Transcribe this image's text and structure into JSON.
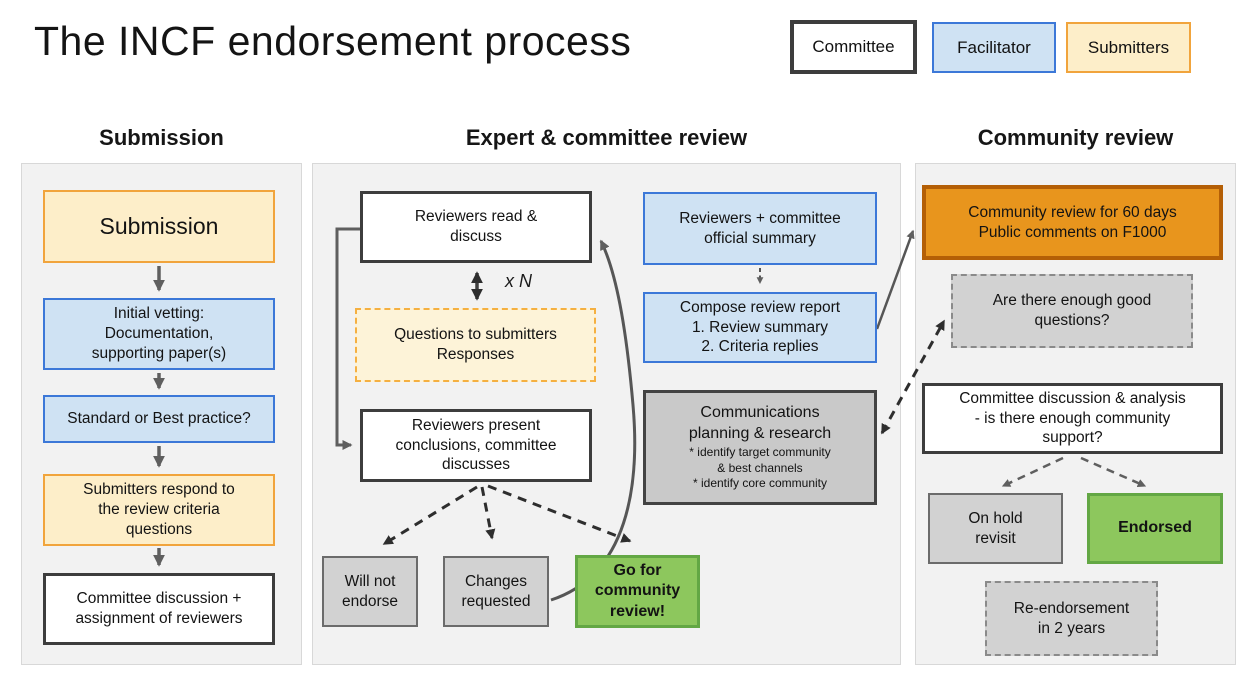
{
  "title": "The INCF endorsement process",
  "legend": {
    "committee": "Committee",
    "facilitator": "Facilitator",
    "submitters": "Submitters"
  },
  "columns": {
    "submission": {
      "header": "Submission",
      "submission_box": "Submission",
      "initial_vetting": "Initial vetting:\nDocumentation,\nsupporting paper(s)",
      "standard_or_best": "Standard or Best practice?",
      "submitters_respond": "Submitters respond to\nthe review criteria\nquestions",
      "committee_discussion": "Committee discussion +\nassignment of reviewers"
    },
    "expert": {
      "header": "Expert & committee review",
      "reviewers_read": "Reviewers read &\ndiscuss",
      "iteration_label": "x N",
      "questions_to_submitters": "Questions to submitters\nResponses",
      "reviewers_present": "Reviewers present\nconclusions, committee\ndiscusses",
      "will_not_endorse": "Will not\nendorse",
      "changes_requested": "Changes\nrequested",
      "go_for_review": "Go for\ncommunity\nreview!",
      "official_summary": "Reviewers + committee\nofficial summary",
      "compose_report": "Compose review report\n1. Review summary\n2. Criteria replies",
      "communications_main": "Communications\nplanning & research",
      "communications_sub": "* identify target community\n& best channels\n* identify core community"
    },
    "community": {
      "header": "Community review",
      "community_review_60": "Community review for 60 days\nPublic comments on F1000",
      "enough_questions": "Are there enough good\nquestions?",
      "committee_analysis": "Committee discussion & analysis\n- is there enough community\nsupport?",
      "on_hold": "On hold\nrevisit",
      "endorsed": "Endorsed",
      "re_endorsement": "Re-endorsement\nin 2 years"
    }
  },
  "colors": {
    "committee_fill": "#ffffff",
    "committee_border": "#3d3d3d",
    "facilitator_fill": "#cfe2f3",
    "facilitator_border": "#3c78d8",
    "submitters_fill": "#fdeec9",
    "submitters_border": "#f1a43c",
    "submitters_dashed_fill": "#fdf3d8",
    "submitters_dashed_border": "#f5b041",
    "gray_fill": "#d2d2d2",
    "gray_border": "#6b6b6b",
    "gray_dashed_border": "#8a8a8a",
    "comms_fill": "#c9c9c9",
    "comms_border": "#434343",
    "green_fill": "#8dc75d",
    "green_border": "#63a744",
    "orange_fill": "#e8951d",
    "orange_border": "#b45f06",
    "panel_fill": "#f2f2f2",
    "panel_border": "#d8d8d8",
    "arrow_gray": "#5f5f5f",
    "arrow_dark": "#2e2e2e"
  }
}
